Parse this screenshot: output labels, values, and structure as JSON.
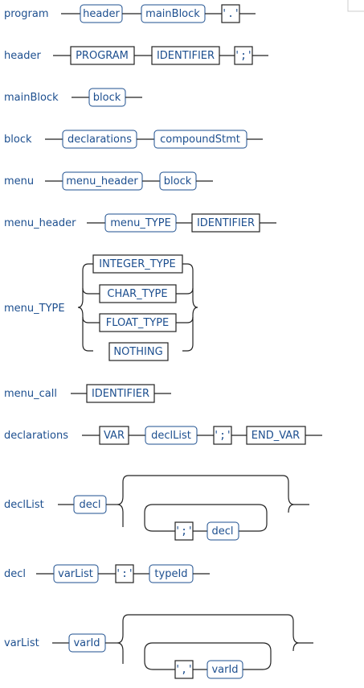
{
  "rules": [
    {
      "id": "program",
      "name": "program",
      "items": [
        {
          "kind": "nt",
          "text": "header"
        },
        {
          "kind": "nt",
          "text": "mainBlock"
        },
        {
          "kind": "lit",
          "text": "'.'"
        }
      ]
    },
    {
      "id": "header",
      "name": "header",
      "items": [
        {
          "kind": "t",
          "text": "PROGRAM"
        },
        {
          "kind": "t",
          "text": "IDENTIFIER"
        },
        {
          "kind": "lit",
          "text": "';'"
        }
      ]
    },
    {
      "id": "mainBlock",
      "name": "mainBlock",
      "items": [
        {
          "kind": "nt",
          "text": "block"
        }
      ]
    },
    {
      "id": "block",
      "name": "block",
      "items": [
        {
          "kind": "nt",
          "text": "declarations"
        },
        {
          "kind": "nt",
          "text": "compoundStmt"
        }
      ]
    },
    {
      "id": "menu",
      "name": "menu",
      "items": [
        {
          "kind": "nt",
          "text": "menu_header"
        },
        {
          "kind": "nt",
          "text": "block"
        }
      ]
    },
    {
      "id": "menu_header",
      "name": "menu_header",
      "items": [
        {
          "kind": "nt",
          "text": "menu_TYPE"
        },
        {
          "kind": "t",
          "text": "IDENTIFIER"
        }
      ]
    },
    {
      "id": "menu_TYPE",
      "name": "menu_TYPE",
      "choices": [
        {
          "kind": "t",
          "text": "INTEGER_TYPE"
        },
        {
          "kind": "t",
          "text": "CHAR_TYPE"
        },
        {
          "kind": "t",
          "text": "FLOAT_TYPE"
        },
        {
          "kind": "t",
          "text": "NOTHING"
        }
      ]
    },
    {
      "id": "menu_call",
      "name": "menu_call",
      "items": [
        {
          "kind": "t",
          "text": "IDENTIFIER"
        }
      ]
    },
    {
      "id": "declarations",
      "name": "declarations",
      "items": [
        {
          "kind": "t",
          "text": "VAR"
        },
        {
          "kind": "nt",
          "text": "declList"
        },
        {
          "kind": "lit",
          "text": "';'"
        },
        {
          "kind": "t",
          "text": "END_VAR"
        }
      ]
    },
    {
      "id": "declList",
      "name": "declList",
      "first": {
        "kind": "nt",
        "text": "decl"
      },
      "repeat": [
        {
          "kind": "lit",
          "text": "';'"
        },
        {
          "kind": "nt",
          "text": "decl"
        }
      ]
    },
    {
      "id": "decl",
      "name": "decl",
      "items": [
        {
          "kind": "nt",
          "text": "varList"
        },
        {
          "kind": "lit",
          "text": "':'"
        },
        {
          "kind": "nt",
          "text": "typeId"
        }
      ]
    },
    {
      "id": "varList",
      "name": "varList",
      "first": {
        "kind": "nt",
        "text": "varId"
      },
      "repeat": [
        {
          "kind": "lit",
          "text": "','"
        },
        {
          "kind": "nt",
          "text": "varId"
        }
      ]
    }
  ]
}
